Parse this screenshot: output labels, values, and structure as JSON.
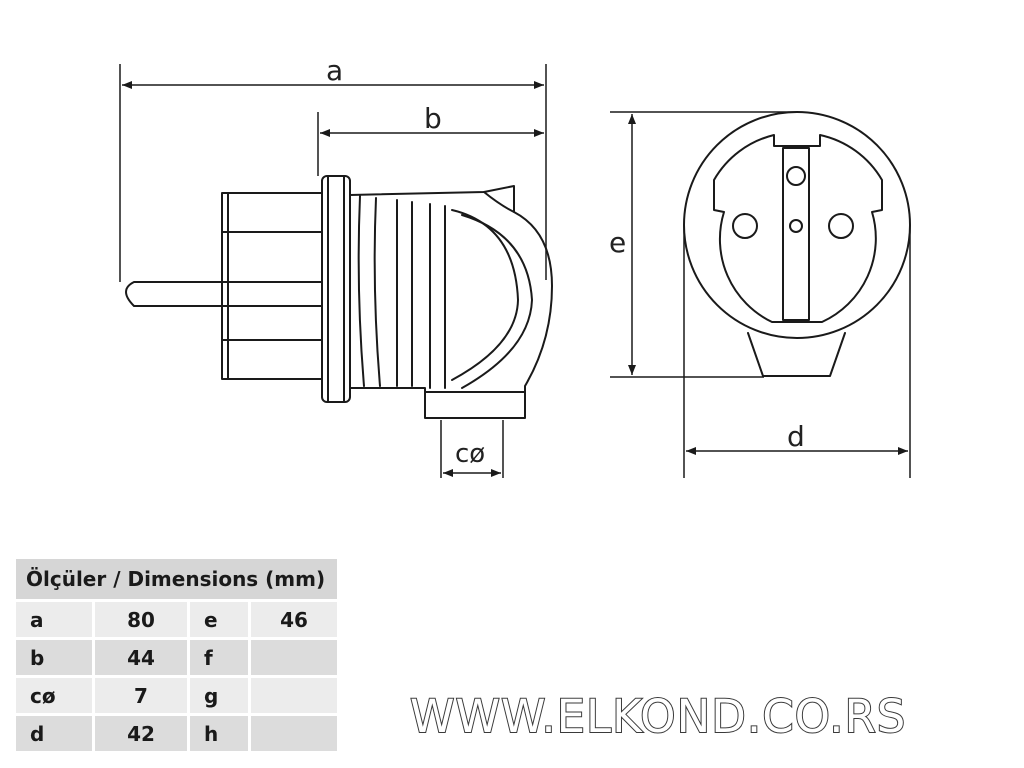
{
  "drawing": {
    "labels": {
      "a": "a",
      "b": "b",
      "c": "cø",
      "d": "d",
      "e": "e"
    }
  },
  "table": {
    "title": "Ölçüler / Dimensions (mm)",
    "rows": [
      {
        "k1": "a",
        "v1": "80",
        "k2": "e",
        "v2": "46"
      },
      {
        "k1": "b",
        "v1": "44",
        "k2": "f",
        "v2": ""
      },
      {
        "k1": "cø",
        "v1": "7",
        "k2": "g",
        "v2": ""
      },
      {
        "k1": "d",
        "v1": "42",
        "k2": "h",
        "v2": ""
      }
    ]
  },
  "footer": {
    "website": "WWW.ELKOND.CO.RS"
  },
  "colors": {
    "line": "#1a1a1a",
    "table_header": "#d6d6d6",
    "table_row_dark": "#dcdcdc",
    "table_row_light": "#ececec"
  }
}
